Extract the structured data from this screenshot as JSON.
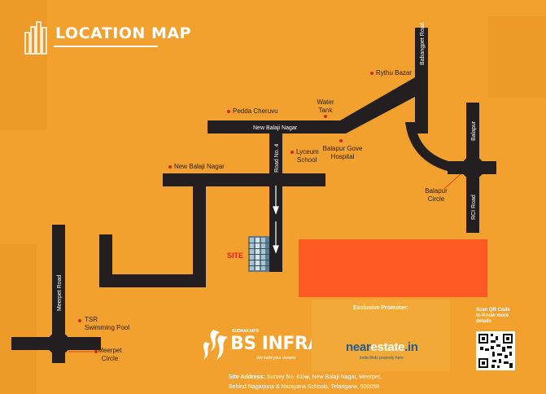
{
  "header": {
    "title": "LOCATION MAP"
  },
  "roads": {
    "new_balaji_nagar_main": "New Balaji Nagar",
    "road_no_4": "Road No. 4",
    "babanpet_road": "Babangpet Road",
    "balapur": "Balapur",
    "rci_road": "RCI Road",
    "meerpet_road": "Meerpet Road"
  },
  "landmarks": {
    "rythu_bazar": "Rythu Bazar",
    "water_tank_1": "Water",
    "water_tank_2": "Tank",
    "pedda_cheruvu": "Pedda Cheruvu",
    "lyceum_1": "Lyceum",
    "lyceum_2": "School",
    "hospital_1": "Balapur Gove",
    "hospital_2": "Hospital",
    "new_balaji_nagar_lm": "New Balaji Nagar",
    "balapur_circle_1": "Balapur",
    "balapur_circle_2": "Circle",
    "tsr_pool_1": "TSR",
    "tsr_pool_2": "Swimming Pool",
    "meerpet_circle_1": "Meerpet",
    "meerpet_circle_2": "Circle"
  },
  "site": {
    "label": "SITE"
  },
  "promoter": {
    "heading": "Exclusive Promoter:",
    "brand_a": "near",
    "brand_b": "estate",
    "brand_c": ".in",
    "tagline": "India finds property here"
  },
  "qr": {
    "line1": "Scan QR Code",
    "line2": "to Know more",
    "line3": "details"
  },
  "developer": {
    "small": "SUDHAKAR'S",
    "name": "BS INFRA",
    "tagline": "We build your dreams"
  },
  "address": {
    "label": "Site Address:",
    "line1": " Survey No. 81/ఆ, New Balaji Nagar, Meerpet,",
    "line2": "Behind Nagarjuna & Narayana Schools, Telangana, 500058"
  },
  "colors": {
    "background": "#F2A12E",
    "road": "#231F20",
    "site_block": "#FF5A24",
    "marker": "#D6271B",
    "promoter_blue": "#1E5C8F"
  }
}
